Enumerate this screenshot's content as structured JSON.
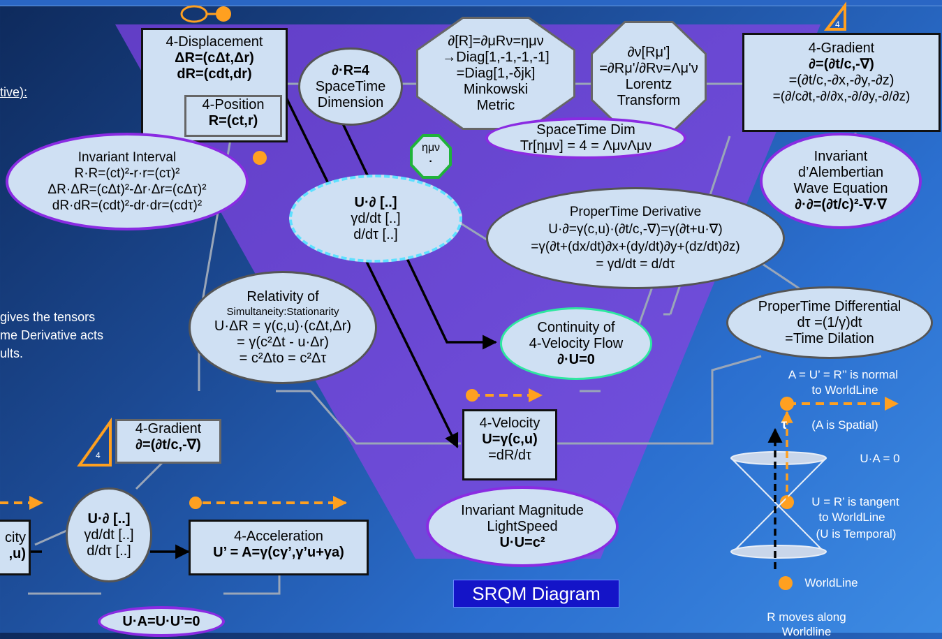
{
  "left_text": {
    "fragment_top": "tive):",
    "fragment_lines": [
      "gives the tensors",
      "me Derivative acts",
      "ults."
    ]
  },
  "displacement": {
    "title": "4-Displacement",
    "line1": "ΔR=(cΔt,Δr)",
    "line2": "dR=(cdt,dr)"
  },
  "position": {
    "title": "4-Position",
    "line1": "R=(ct,r)"
  },
  "dim_ellipse": {
    "line1": "∂·R=4",
    "line2": "SpaceTime",
    "line3": "Dimension"
  },
  "metric_oct": {
    "line1": "∂[R]=∂μRν=ημν",
    "line2": "→Diag[1,-1,-1,-1]",
    "line3": "=Diag[1,-δjk]",
    "line4": "Minkowski",
    "line5": "Metric"
  },
  "lorentz_oct": {
    "line1": "∂ν[Rμ']",
    "line2": "=∂Rμ'/∂Rν=Λμ'ν",
    "line3": "Lorentz",
    "line4": "Transform"
  },
  "gradient_box": {
    "badge": "4",
    "title": "4-Gradient",
    "line1": "∂=(∂t/c,-∇)",
    "line2": "=(∂t/c,-∂x,-∂y,-∂z)",
    "line3": "=(∂/c∂t,-∂/∂x,-∂/∂y,-∂/∂z)"
  },
  "spacetime_dim": {
    "line1": "SpaceTime Dim",
    "line2": "Tr[ημν] = 4 = ΛμνΛμν"
  },
  "eta_hex": {
    "line1": "ημν",
    "line2": "·"
  },
  "interval": {
    "title": "Invariant Interval",
    "line1": "R·R=(ct)²-r·r=(cτ)²",
    "line2": "ΔR·ΔR=(cΔt)²-Δr·Δr=(cΔτ)²",
    "line3": "dR·dR=(cdt)²-dr·dr=(cdτ)²"
  },
  "dalembertian": {
    "line1": "Invariant",
    "line2": "d’Alembertian",
    "line3": "Wave Equation",
    "line4": "∂·∂=(∂t/c)²-∇·∇"
  },
  "u_dot_del": {
    "line1": "U·∂ [..]",
    "line2": "γd/dt [..]",
    "line3": "d/dτ [..]"
  },
  "propertime_deriv": {
    "title": "ProperTime Derivative",
    "line1": "U·∂=γ(c,u)·(∂t/c,-∇)=γ(∂t+u·∇)",
    "line2": "=γ(∂t+(dx/dt)∂x+(dy/dt)∂y+(dz/dt)∂z)",
    "line3": "= γd/dt = d/dτ"
  },
  "relativity": {
    "line1": "Relativity of",
    "line2": "Simultaneity:Stationarity",
    "line3": "U·ΔR = γ(c,u)·(cΔt,Δr)",
    "line4": "= γ(c²Δt - u·Δr)",
    "line5": "= c²Δto = c²Δτ"
  },
  "propertime_diff": {
    "line1": "ProperTime Differential",
    "line2": "dτ =(1/γ)dt",
    "line3": "=Time Dilation"
  },
  "continuity": {
    "line1": "Continuity of",
    "line2": "4-Velocity Flow",
    "line3": "∂·U=0"
  },
  "velocity": {
    "title": "4-Velocity",
    "line1": "U=γ(c,u)",
    "line2": "=dR/dτ"
  },
  "magnitude": {
    "line1": "Invariant Magnitude",
    "line2": "LightSpeed",
    "line3": "U·U=c²"
  },
  "srqm_label": "SRQM Diagram",
  "worldline": {
    "a_line1": "A = U’ = R’’ is normal",
    "a_line2": "to WorldLine",
    "a_spatial": "(A is Spatial)",
    "ua": "U·A = 0",
    "u_line1": "U = R’ is tangent",
    "u_line2": "to WorldLine",
    "u_line3": "(U is Temporal)",
    "tau": "τ",
    "worldline": "WorldLine",
    "r_line1": "R moves along",
    "r_line2": "Worldline"
  },
  "bottom": {
    "gradient_badge": "4",
    "gradient_title": "4-Gradient",
    "gradient_line": "∂=(∂t/c,-∇)",
    "udel_line1": "U·∂ [..]",
    "udel_line2": "γd/dt [..]",
    "udel_line3": "d/dτ [..]",
    "vel_frag1": "city",
    "vel_frag2": ",u)",
    "accel_title": "4-Acceleration",
    "accel_line": "U’ = A=γ(cγ’,γ’u+γa)",
    "ua_line": "U·A=U·U’=0"
  },
  "colors": {
    "accent_orange": "#ffa020",
    "purple": "#8a2be2",
    "node_fill": "#cfe0f3",
    "green": "#2ee8a0",
    "cyan": "#5ee0ff"
  }
}
